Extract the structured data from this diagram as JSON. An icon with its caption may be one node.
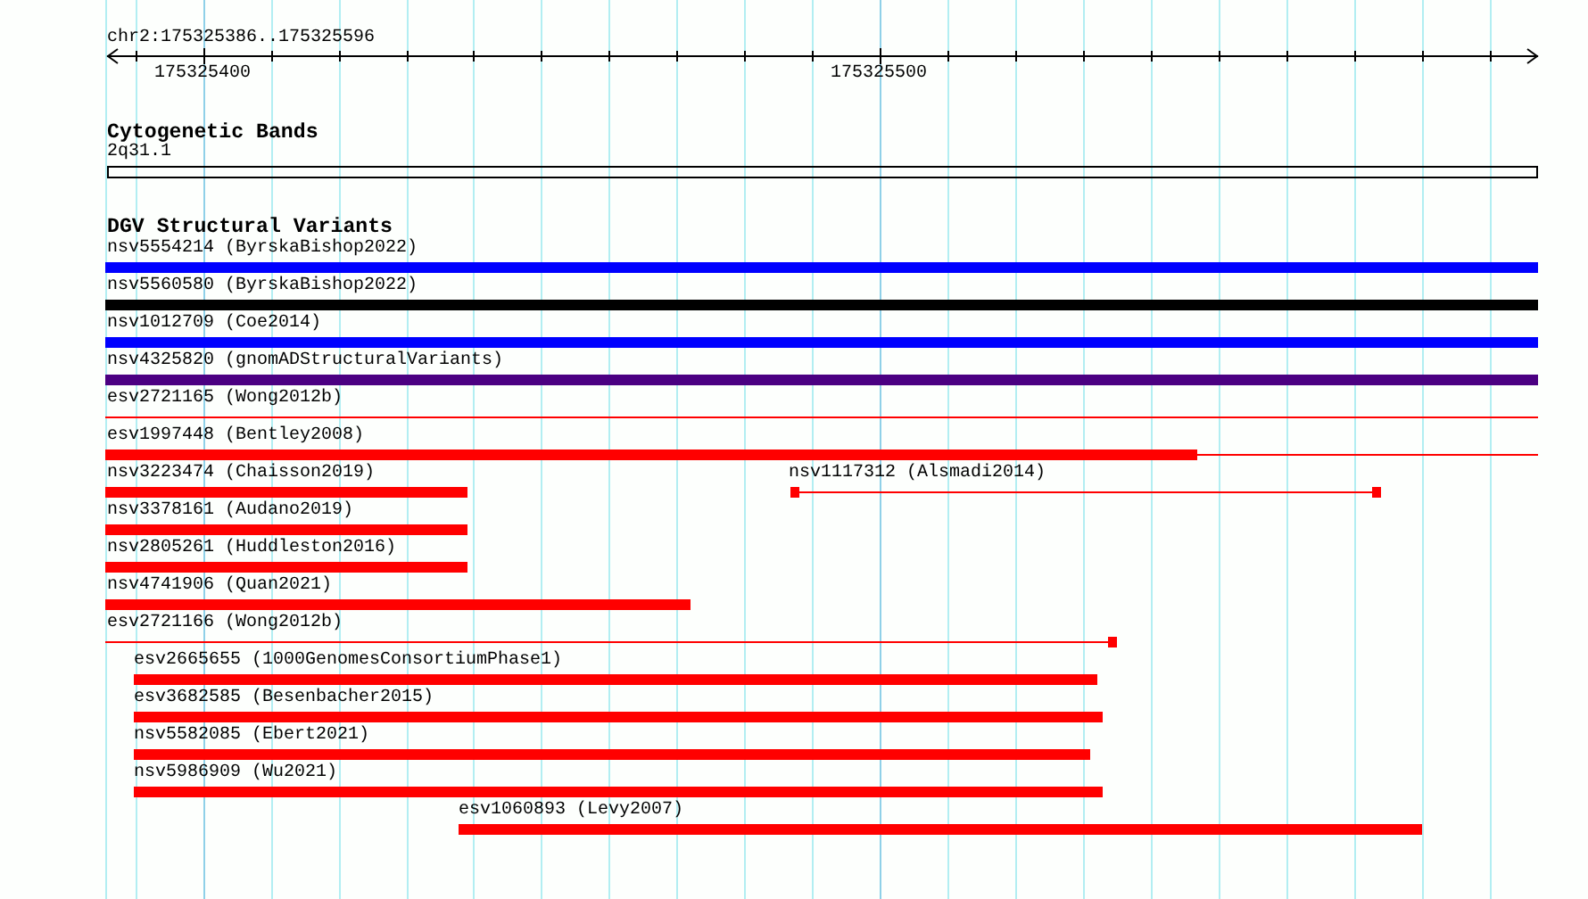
{
  "diagram": {
    "nodes": [
      {
        "text": [
          "2q31.1"
        ]
      },
      {
        "text": [
          "nsv5554214 (ByrskaBishop2022)"
        ]
      },
      {
        "text": [
          "nsv5560580 (ByrskaBishop2022)"
        ]
      },
      {
        "text": [
          "nsv1012709 (Coe2014)"
        ]
      },
      {
        "text": [
          "nsv4325820 (gnomADStructuralVariants)"
        ]
      },
      {
        "text": [
          "esv2721165 (Wong2012b)"
        ]
      },
      {
        "text": [
          "esv1997448 (Bentley2008)"
        ]
      },
      {
        "text": [
          "nsv3223474 (Chaisson2019)"
        ]
      },
      {
        "text": [
          "nsv1117312 (Alsmadi2014)"
        ]
      },
      {
        "text": [
          "nsv3378161 (Audano2019)"
        ]
      },
      {
        "text": [
          "nsv2805261 (Huddleston2016)"
        ]
      },
      {
        "text": [
          "nsv4741906 (Quan2021)"
        ]
      },
      {
        "text": [
          "esv2721166 (Wong2012b)"
        ]
      },
      {
        "text": [
          "esv2665655 (1000GenomesConsortiumPhase1)"
        ]
      },
      {
        "text": [
          "esv3682585 (Besenbacher2015)"
        ]
      },
      {
        "text": [
          "nsv5582085 (Ebert2021)"
        ]
      },
      {
        "text": [
          "nsv5986909 (Wu2021)"
        ]
      },
      {
        "text": [
          "esv1060893 (Levy2007)"
        ]
      }
    ],
    "labels": [
      "chr2:175325386..175325596",
      "175325400",
      "175325500",
      "Cytogenetic Bands",
      "DGV Structural Variants"
    ]
  }
}
